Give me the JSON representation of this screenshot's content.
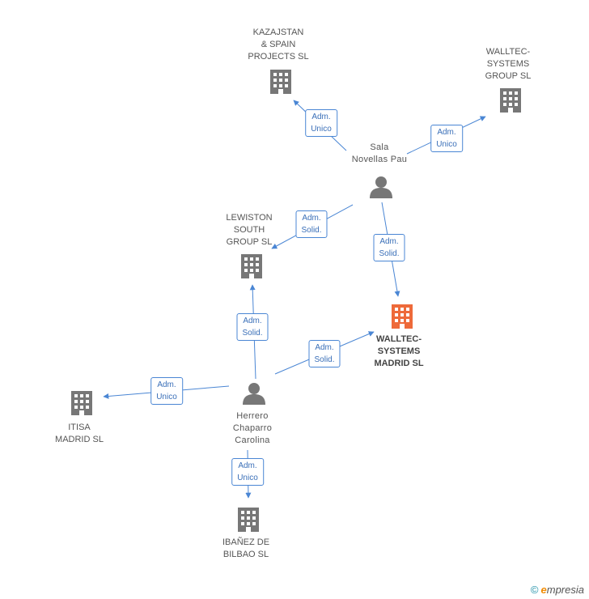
{
  "colors": {
    "edge": "#4a86d4",
    "building": "#777777",
    "focus_building": "#ee6a3a",
    "person": "#777777"
  },
  "nodes": [
    {
      "id": "kazajstan",
      "type": "company",
      "label": "KAZAJSTAN\n& SPAIN\nPROJECTS  SL",
      "icon": "building-icon"
    },
    {
      "id": "walltec_group",
      "type": "company",
      "label": "WALLTEC-\nSYSTEMS\nGROUP  SL",
      "icon": "building-icon"
    },
    {
      "id": "sala",
      "type": "person",
      "label": "Sala\nNovellas Pau",
      "icon": "person-icon"
    },
    {
      "id": "lewiston",
      "type": "company",
      "label": "LEWISTON\nSOUTH\nGROUP SL",
      "icon": "building-icon"
    },
    {
      "id": "walltec_madrid",
      "type": "company",
      "focus": true,
      "label": "WALLTEC-\nSYSTEMS\nMADRID SL",
      "icon": "building-icon"
    },
    {
      "id": "herrero",
      "type": "person",
      "label": "Herrero\nChaparro\nCarolina",
      "icon": "person-icon"
    },
    {
      "id": "itisa",
      "type": "company",
      "label": "ITISA\nMADRID SL",
      "icon": "building-icon"
    },
    {
      "id": "ibanez",
      "type": "company",
      "label": "IBAÑEZ DE\nBILBAO SL",
      "icon": "building-icon"
    }
  ],
  "edges": [
    {
      "from": "sala",
      "to": "kazajstan",
      "label": "Adm.\nUnico"
    },
    {
      "from": "sala",
      "to": "walltec_group",
      "label": "Adm.\nUnico"
    },
    {
      "from": "sala",
      "to": "lewiston",
      "label": "Adm.\nSolid."
    },
    {
      "from": "sala",
      "to": "walltec_madrid",
      "label": "Adm.\nSolid."
    },
    {
      "from": "herrero",
      "to": "lewiston",
      "label": "Adm.\nSolid."
    },
    {
      "from": "herrero",
      "to": "walltec_madrid",
      "label": "Adm.\nSolid."
    },
    {
      "from": "herrero",
      "to": "itisa",
      "label": "Adm.\nUnico"
    },
    {
      "from": "herrero",
      "to": "ibanez",
      "label": "Adm.\nUnico"
    }
  ],
  "footer": {
    "copyright": "©",
    "brand_initial": "e",
    "brand_rest": "mpresia"
  }
}
